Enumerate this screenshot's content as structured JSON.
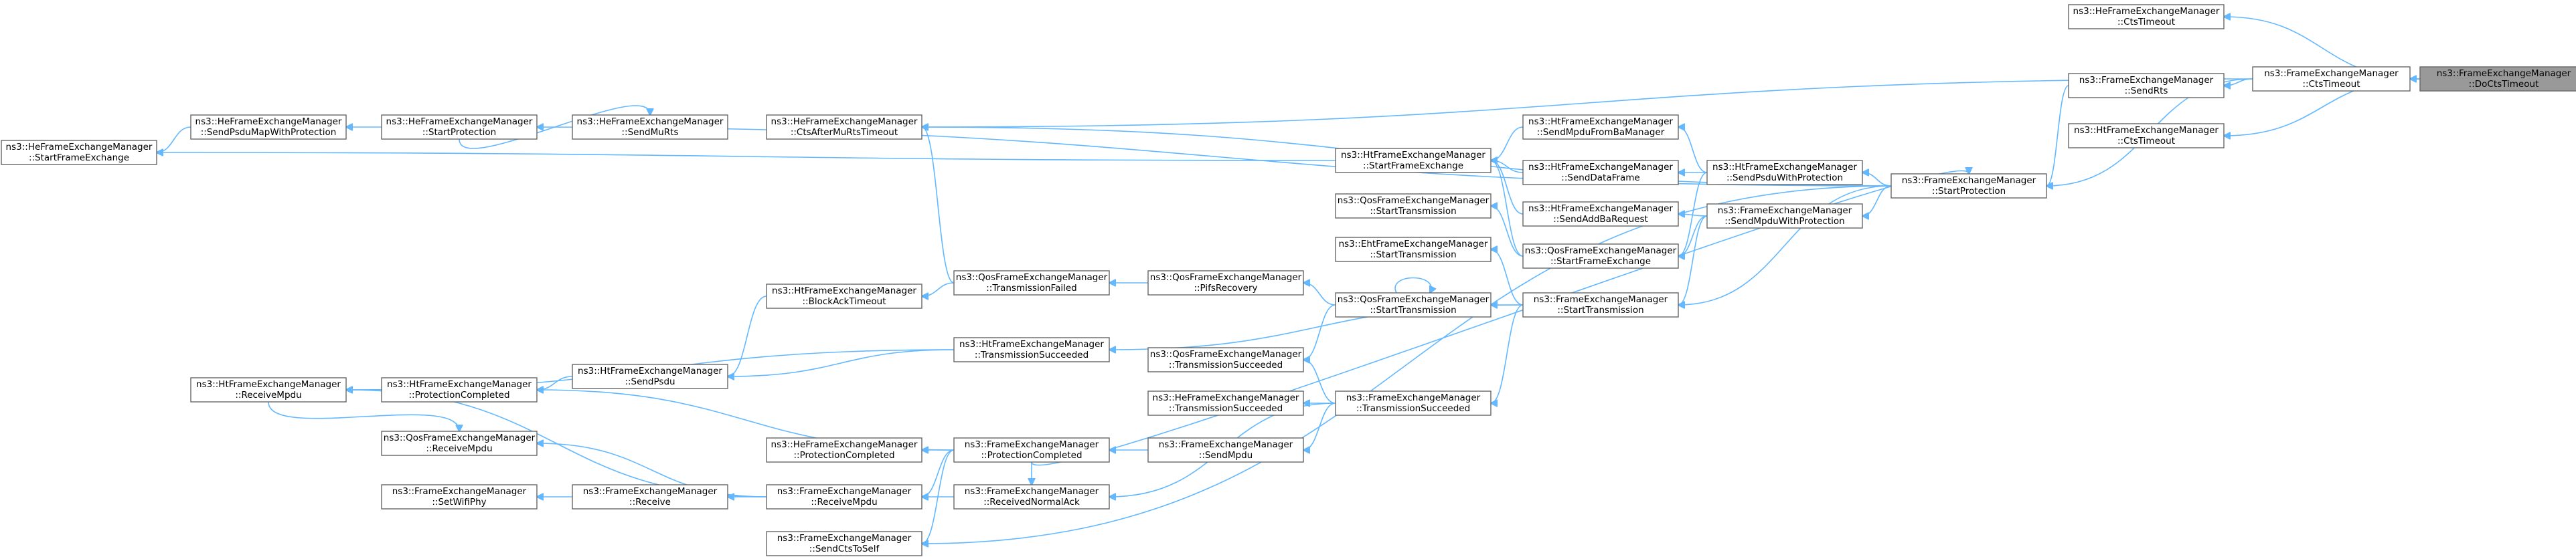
{
  "graph": {
    "type": "call-graph",
    "root": "n0",
    "colors": {
      "edge": "#63b8ff",
      "node_border": "#666666",
      "root_fill": "#999999",
      "node_fill": "#ffffff"
    },
    "nodes": [
      {
        "id": "n0",
        "lines": [
          "ns3::FrameExchangeManager",
          "::DoCtsTimeout"
        ]
      },
      {
        "id": "n1",
        "lines": [
          "ns3::HeFrameExchangeManager",
          "::CtsTimeout"
        ]
      },
      {
        "id": "n2",
        "lines": [
          "ns3::FrameExchangeManager",
          "::CtsTimeout"
        ]
      },
      {
        "id": "n3",
        "lines": [
          "ns3::HtFrameExchangeManager",
          "::CtsTimeout"
        ]
      },
      {
        "id": "n4",
        "lines": [
          "ns3::FrameExchangeManager",
          "::SendRts"
        ]
      },
      {
        "id": "n5",
        "lines": [
          "ns3::FrameExchangeManager",
          "::StartProtection"
        ]
      },
      {
        "id": "n6",
        "lines": [
          "ns3::HtFrameExchangeManager",
          "::SendPsduWithProtection"
        ]
      },
      {
        "id": "n7",
        "lines": [
          "ns3::FrameExchangeManager",
          "::SendMpduWithProtection"
        ]
      },
      {
        "id": "n8",
        "lines": [
          "ns3::HtFrameExchangeManager",
          "::SendMpduFromBaManager"
        ]
      },
      {
        "id": "n9",
        "lines": [
          "ns3::HtFrameExchangeManager",
          "::SendDataFrame"
        ]
      },
      {
        "id": "n10",
        "lines": [
          "ns3::HtFrameExchangeManager",
          "::SendAddBaRequest"
        ]
      },
      {
        "id": "n11",
        "lines": [
          "ns3::QosFrameExchangeManager",
          "::StartFrameExchange"
        ]
      },
      {
        "id": "n12",
        "lines": [
          "ns3::FrameExchangeManager",
          "::StartTransmission"
        ]
      },
      {
        "id": "n13",
        "lines": [
          "ns3::HtFrameExchangeManager",
          "::StartFrameExchange"
        ]
      },
      {
        "id": "n14",
        "lines": [
          "ns3::QosFrameExchangeManager",
          "::StartTransmission"
        ]
      },
      {
        "id": "n15",
        "lines": [
          "ns3::EhtFrameExchangeManager",
          "::StartTransmission"
        ]
      },
      {
        "id": "n16",
        "lines": [
          "ns3::QosFrameExchangeManager",
          "::StartTransmission"
        ]
      },
      {
        "id": "n17",
        "lines": [
          "ns3::FrameExchangeManager",
          "::TransmissionSucceeded"
        ]
      },
      {
        "id": "n18",
        "lines": [
          "ns3::HeFrameExchangeManager",
          "::TransmissionSucceeded"
        ]
      },
      {
        "id": "n19",
        "lines": [
          "ns3::FrameExchangeManager",
          "::SendMpdu"
        ]
      },
      {
        "id": "n20",
        "lines": [
          "ns3::QosFrameExchangeManager",
          "::TransmissionSucceeded"
        ]
      },
      {
        "id": "n21",
        "lines": [
          "ns3::QosFrameExchangeManager",
          "::PifsRecovery"
        ]
      },
      {
        "id": "n22",
        "lines": [
          "ns3::QosFrameExchangeManager",
          "::TransmissionFailed"
        ]
      },
      {
        "id": "n23",
        "lines": [
          "ns3::HtFrameExchangeManager",
          "::TransmissionSucceeded"
        ]
      },
      {
        "id": "n24",
        "lines": [
          "ns3::FrameExchangeManager",
          "::ProtectionCompleted"
        ]
      },
      {
        "id": "n25",
        "lines": [
          "ns3::FrameExchangeManager",
          "::ReceivedNormalAck"
        ]
      },
      {
        "id": "n26",
        "lines": [
          "ns3::FrameExchangeManager",
          "::SendCtsToSelf"
        ]
      },
      {
        "id": "n27",
        "lines": [
          "ns3::HeFrameExchangeManager",
          "::ProtectionCompleted"
        ]
      },
      {
        "id": "n28",
        "lines": [
          "ns3::FrameExchangeManager",
          "::ReceiveMpdu"
        ]
      },
      {
        "id": "n29",
        "lines": [
          "ns3::HeFrameExchangeManager",
          "::CtsAfterMuRtsTimeout"
        ]
      },
      {
        "id": "n30",
        "lines": [
          "ns3::HtFrameExchangeManager",
          "::BlockAckTimeout"
        ]
      },
      {
        "id": "n31",
        "lines": [
          "ns3::HeFrameExchangeManager",
          "::SendMuRts"
        ]
      },
      {
        "id": "n32",
        "lines": [
          "ns3::HeFrameExchangeManager",
          "::StartProtection"
        ]
      },
      {
        "id": "n33",
        "lines": [
          "ns3::HeFrameExchangeManager",
          "::SendPsduMapWithProtection"
        ]
      },
      {
        "id": "n34",
        "lines": [
          "ns3::HeFrameExchangeManager",
          "::StartFrameExchange"
        ]
      },
      {
        "id": "n35",
        "lines": [
          "ns3::HtFrameExchangeManager",
          "::SendPsdu"
        ]
      },
      {
        "id": "n36",
        "lines": [
          "ns3::HtFrameExchangeManager",
          "::ProtectionCompleted"
        ]
      },
      {
        "id": "n37",
        "lines": [
          "ns3::HtFrameExchangeManager",
          "::ReceiveMpdu"
        ]
      },
      {
        "id": "n38",
        "lines": [
          "ns3::QosFrameExchangeManager",
          "::ReceiveMpdu"
        ]
      },
      {
        "id": "n39",
        "lines": [
          "ns3::FrameExchangeManager",
          "::Receive"
        ]
      },
      {
        "id": "n40",
        "lines": [
          "ns3::FrameExchangeManager",
          "::SetWifiPhy"
        ]
      }
    ],
    "edges": [
      [
        "n1",
        "n0"
      ],
      [
        "n2",
        "n0"
      ],
      [
        "n3",
        "n0"
      ],
      [
        "n4",
        "n2"
      ],
      [
        "n5",
        "n2"
      ],
      [
        "n29",
        "n2"
      ],
      [
        "n5",
        "n4"
      ],
      [
        "n6",
        "n5"
      ],
      [
        "n7",
        "n5"
      ],
      [
        "n12",
        "n5"
      ],
      [
        "n26",
        "n5"
      ],
      [
        "n29",
        "n5"
      ],
      [
        "n32",
        "n5"
      ],
      [
        "n8",
        "n6"
      ],
      [
        "n9",
        "n6"
      ],
      [
        "n11",
        "n6"
      ],
      [
        "n10",
        "n7"
      ],
      [
        "n11",
        "n7"
      ],
      [
        "n12",
        "n7"
      ],
      [
        "n13",
        "n8"
      ],
      [
        "n13",
        "n9"
      ],
      [
        "n13",
        "n10"
      ],
      [
        "n13",
        "n11"
      ],
      [
        "n14",
        "n11"
      ],
      [
        "n15",
        "n12"
      ],
      [
        "n16",
        "n12"
      ],
      [
        "n17",
        "n12"
      ],
      [
        "n23",
        "n12"
      ],
      [
        "n34",
        "n13"
      ],
      [
        "n16",
        "n16"
      ],
      [
        "n20",
        "n16"
      ],
      [
        "n21",
        "n16"
      ],
      [
        "n18",
        "n17"
      ],
      [
        "n19",
        "n17"
      ],
      [
        "n20",
        "n17"
      ],
      [
        "n25",
        "n17"
      ],
      [
        "n24",
        "n19"
      ],
      [
        "n22",
        "n21"
      ],
      [
        "n29",
        "n22"
      ],
      [
        "n30",
        "n22"
      ],
      [
        "n35",
        "n23"
      ],
      [
        "n37",
        "n23"
      ],
      [
        "n5",
        "n24"
      ],
      [
        "n25",
        "n24"
      ],
      [
        "n26",
        "n24"
      ],
      [
        "n27",
        "n24"
      ],
      [
        "n28",
        "n24"
      ],
      [
        "n36",
        "n24"
      ],
      [
        "n28",
        "n25"
      ],
      [
        "n39",
        "n28"
      ],
      [
        "n38",
        "n28"
      ],
      [
        "n37",
        "n28"
      ],
      [
        "n33",
        "n32"
      ],
      [
        "n31",
        "n32"
      ],
      [
        "n34",
        "n33"
      ],
      [
        "n35",
        "n30"
      ],
      [
        "n37",
        "n36"
      ],
      [
        "n36",
        "n35"
      ],
      [
        "n38",
        "n37"
      ],
      [
        "n40",
        "n39"
      ]
    ]
  }
}
